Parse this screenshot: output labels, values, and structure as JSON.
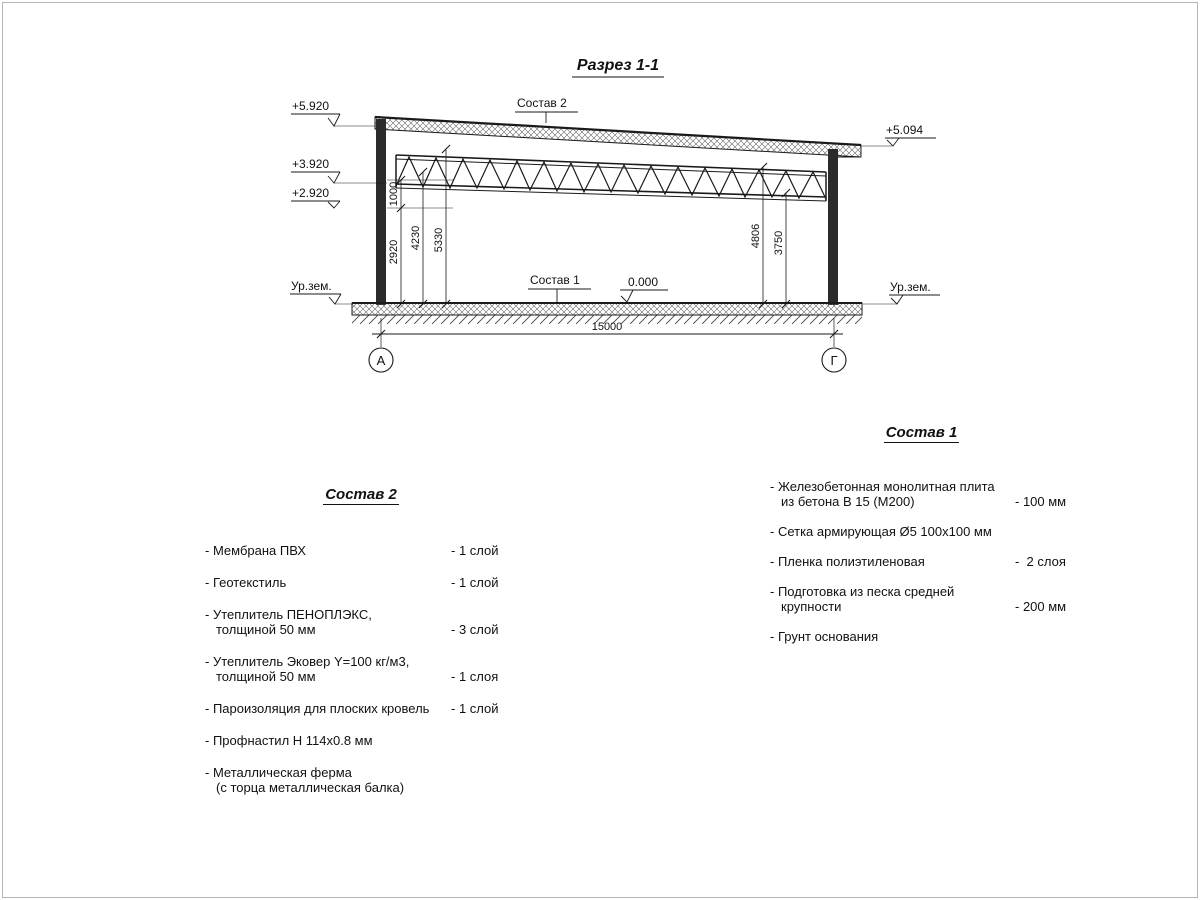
{
  "drawing": {
    "title": "Разрез 1-1",
    "callout_top": "Состав 2",
    "callout_floor": "Состав 1",
    "zero_mark": "0.000",
    "elev_left": [
      "+5.920",
      "+3.920",
      "+2.920"
    ],
    "elev_right": "+5.094",
    "ground_level_left": "Ур.зем.",
    "ground_level_right": "Ур.зем.",
    "dims_left": [
      "2920",
      "1000",
      "4230",
      "5330"
    ],
    "dims_right": [
      "4806",
      "3750"
    ],
    "overall_width": "15000",
    "axes": [
      "А",
      "Г"
    ]
  },
  "sostav2": {
    "title": "Состав 2",
    "items": [
      {
        "name": "- Мембрана ПВХ",
        "qty": "- 1 слой"
      },
      {
        "name": "- Геотекстиль",
        "qty": "- 1 слой"
      },
      {
        "name": "- Утеплитель ПЕНОПЛЭКС,\nтолщиной 50 мм",
        "qty": "- 3 слой"
      },
      {
        "name": "- Утеплитель Эковер Y=100 кг/м3,\nтолщиной 50 мм",
        "qty": "- 1 слоя"
      },
      {
        "name": "- Пароизоляция для плоских кровель",
        "qty": "- 1 слой"
      },
      {
        "name": "- Профнастил Н 114х0.8 мм",
        "qty": ""
      },
      {
        "name": "- Металлическая ферма\n(с торца металлическая балка)",
        "qty": ""
      }
    ]
  },
  "sostav1": {
    "title": "Состав 1",
    "items": [
      {
        "name": "- Железобетонная  монолитная плита\nиз бетона В 15 (М200)",
        "qty": "- 100 мм"
      },
      {
        "name": "- Сетка армирующая Ø5 100х100 мм",
        "qty": ""
      },
      {
        "name": "- Пленка полиэтиленовая",
        "qty": "-  2 слоя"
      },
      {
        "name": "- Подготовка из песка средней\nкрупности",
        "qty": "- 200 мм"
      },
      {
        "name": "- Грунт основания",
        "qty": ""
      }
    ]
  }
}
